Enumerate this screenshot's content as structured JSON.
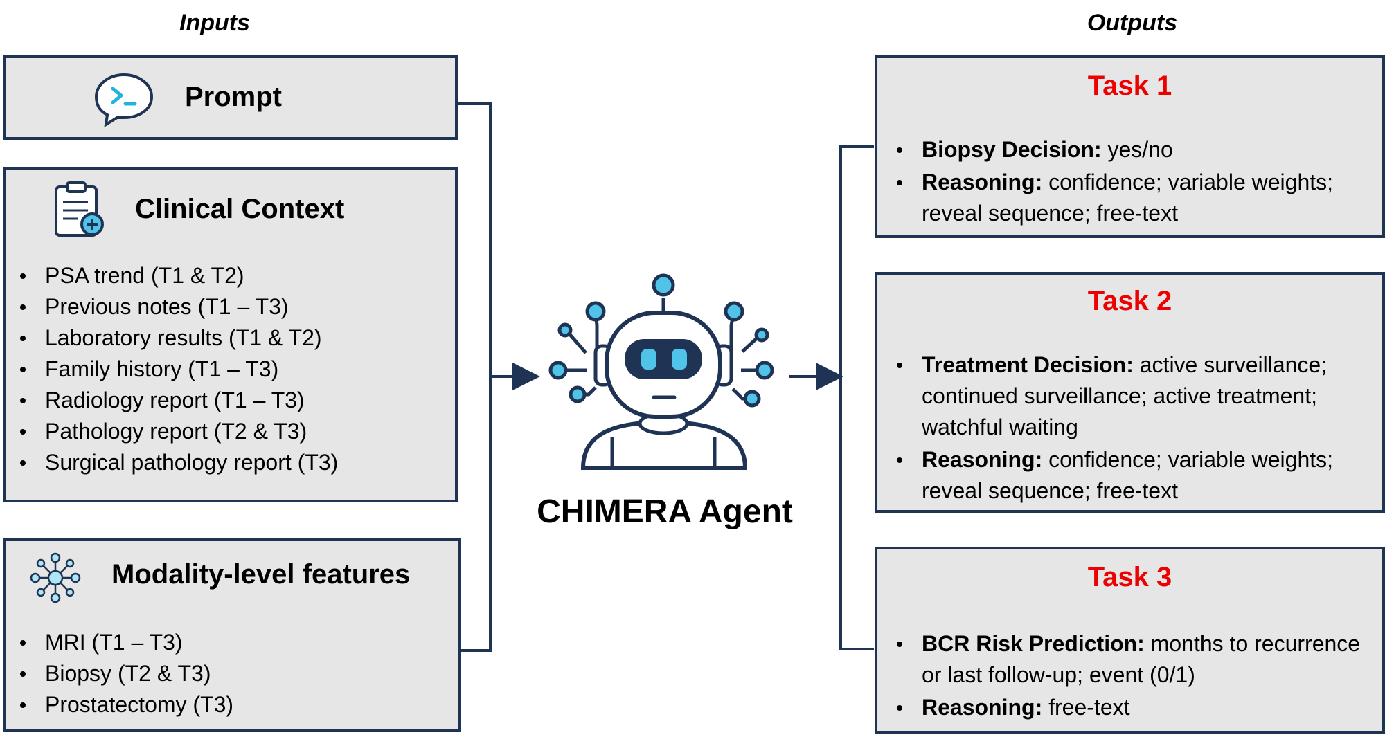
{
  "headers": {
    "inputs": "Inputs",
    "outputs": "Outputs"
  },
  "inputs": {
    "prompt": {
      "title": "Prompt",
      "icon": "terminal-chat-icon"
    },
    "clinical": {
      "title": "Clinical Context",
      "icon": "clipboard-medical-icon",
      "items": [
        "PSA trend (T1 & T2)",
        "Previous notes (T1 – T3)",
        "Laboratory results (T1 & T2)",
        "Family history (T1 – T3)",
        "Radiology report (T1 – T3)",
        "Pathology report (T2 & T3)",
        "Surgical pathology report (T3)"
      ]
    },
    "modality": {
      "title": "Modality-level features",
      "icon": "network-nodes-icon",
      "items": [
        "MRI (T1 – T3)",
        "Biopsy (T2 & T3)",
        "Prostatectomy (T3)"
      ]
    }
  },
  "agent": {
    "label": "CHIMERA Agent",
    "icon": "robot-icon"
  },
  "outputs": {
    "tasks": [
      {
        "title": "Task 1",
        "items": [
          {
            "key": "Biopsy Decision:",
            "text": " yes/no"
          },
          {
            "key": "Reasoning:",
            "text": " confidence; variable weights; reveal sequence; free-text"
          }
        ]
      },
      {
        "title": "Task 2",
        "items": [
          {
            "key": "Treatment Decision:",
            "text": " active surveillance; continued surveillance; active treatment; watchful waiting"
          },
          {
            "key": "Reasoning:",
            "text": " confidence; variable weights; reveal sequence; free-text"
          }
        ]
      },
      {
        "title": "Task 3",
        "items": [
          {
            "key": "BCR Risk Prediction:",
            "text": " months to recurrence or last follow-up; event (0/1)"
          },
          {
            "key": "Reasoning:",
            "text": " free-text"
          }
        ]
      }
    ]
  },
  "colors": {
    "border": "#1f3354",
    "box_fill": "#e6e6e6",
    "task_title": "#ee0000",
    "accent": "#4fc3e8"
  }
}
